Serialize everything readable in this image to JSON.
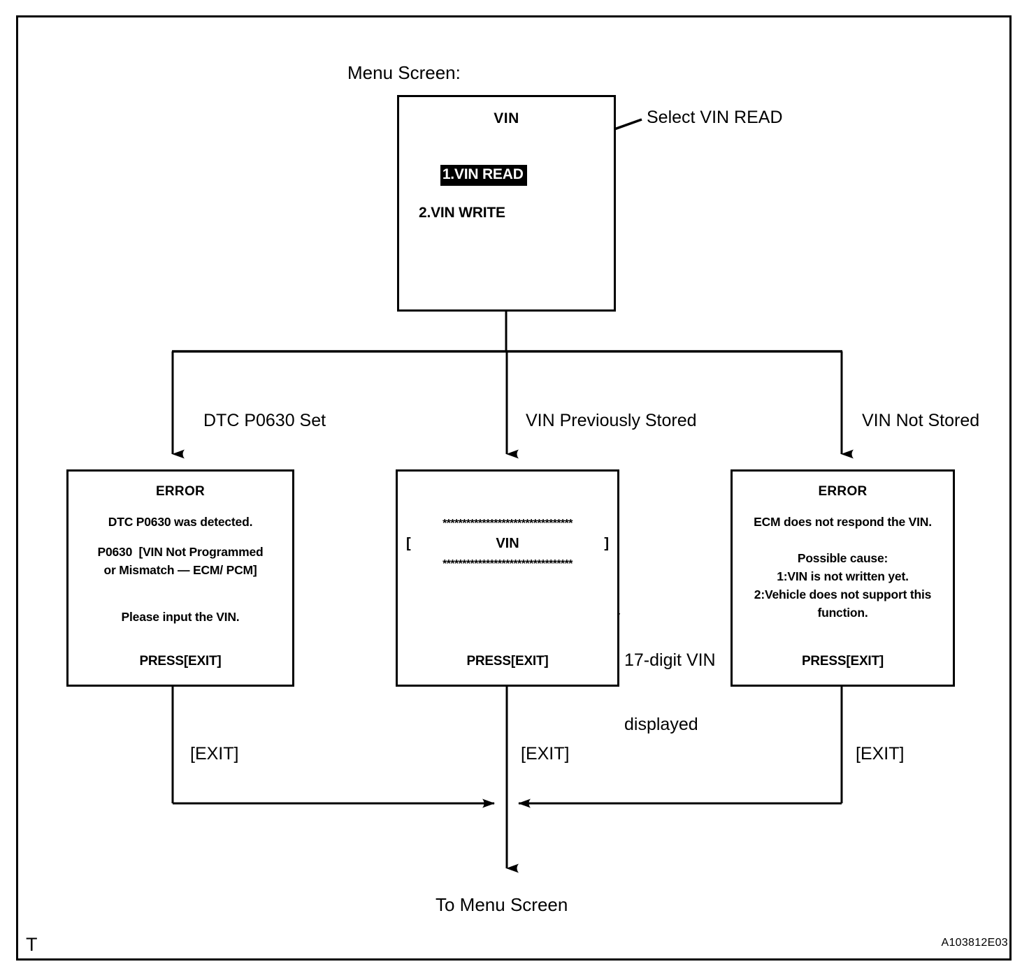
{
  "figure": {
    "corner_marker": "T",
    "figure_code": "A103812E03"
  },
  "menu": {
    "caption": "Menu Screen:",
    "screen_title": "VIN",
    "items": [
      {
        "label": "1.VIN READ",
        "selected": true
      },
      {
        "label": "2.VIN WRITE",
        "selected": false
      }
    ],
    "callout": "Select VIN READ"
  },
  "branches": [
    {
      "label": "DTC P0630 Set"
    },
    {
      "label": "VIN Previously Stored"
    },
    {
      "label": "VIN Not Stored"
    }
  ],
  "screens": {
    "error_dtc": {
      "title": "ERROR",
      "line1": "DTC P0630 was detected.",
      "line2": "P0630  [VIN Not Programmed",
      "line3": "or Mismatch — ECM/ PCM]",
      "line4": "Please input the VIN.",
      "press": "PRESS[EXIT]"
    },
    "vin_display": {
      "stars_top": "*********************************",
      "bracket_open": "[",
      "vin_label": "VIN",
      "bracket_close": "]",
      "stars_bottom": "*********************************",
      "press": "PRESS[EXIT]",
      "callout_line1": "17-digit VIN",
      "callout_line2": "displayed"
    },
    "error_no_response": {
      "title": "ERROR",
      "line1": "ECM does not respond the VIN.",
      "line2": "Possible cause:",
      "line3": "1:VIN is not written yet.",
      "line4": "2:Vehicle does not support this",
      "line5": "function.",
      "press": "PRESS[EXIT]"
    }
  },
  "exits": [
    {
      "label": "[EXIT]"
    },
    {
      "label": "[EXIT]"
    },
    {
      "label": "[EXIT]"
    }
  ],
  "terminal": {
    "label": "To Menu Screen"
  },
  "colors": {
    "line": "#000000",
    "background": "#ffffff",
    "highlight_bg": "#000000",
    "highlight_fg": "#ffffff"
  }
}
